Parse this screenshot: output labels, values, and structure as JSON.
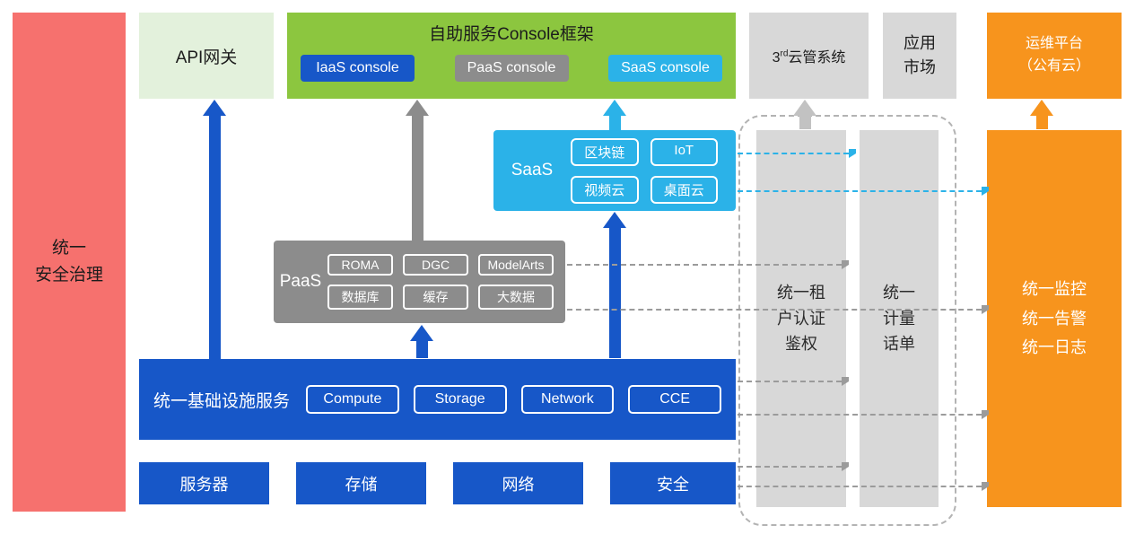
{
  "colors": {
    "red": "#F6716E",
    "light-green": "#E3F1DC",
    "green": "#8CC63F",
    "blue": "#1757C8",
    "gray": "#8C8C8C",
    "light-gray": "#D8D8D8",
    "cyan": "#2BB2E8",
    "orange": "#F7941D",
    "arrow-gray": "#C2C2C2",
    "dash-gray": "#9B9B9B"
  },
  "security_bar": {
    "label": "统一\n安全治理"
  },
  "api_gateway": {
    "label": "API网关"
  },
  "console_framework": {
    "title": "自助服务Console框架",
    "consoles": [
      {
        "label": "IaaS console"
      },
      {
        "label": "PaaS console"
      },
      {
        "label": "SaaS console"
      }
    ]
  },
  "third_party_cloud": {
    "prefix": "3",
    "sup": "rd",
    "suffix": "云管系统"
  },
  "app_market": {
    "label": "应用\n市场"
  },
  "om_platform": {
    "label": "运维平台\n（公有云）"
  },
  "saas": {
    "label": "SaaS",
    "items": [
      "区块链",
      "IoT",
      "视频云",
      "桌面云"
    ]
  },
  "paas": {
    "label": "PaaS",
    "items": [
      "ROMA",
      "DGC",
      "ModelArts",
      "数据库",
      "缓存",
      "大数据"
    ]
  },
  "iaas": {
    "label": "统一基础设施服务",
    "items": [
      "Compute",
      "Storage",
      "Network",
      "CCE"
    ]
  },
  "hardware": {
    "items": [
      "服务器",
      "存储",
      "网络",
      "安全"
    ]
  },
  "auth_column": {
    "label": "统一租\n户认证\n鉴权"
  },
  "billing_column": {
    "label": "统一\n计量\n话单"
  },
  "monitor_bar": {
    "label": "统一监控\n统一告警\n统一日志"
  }
}
